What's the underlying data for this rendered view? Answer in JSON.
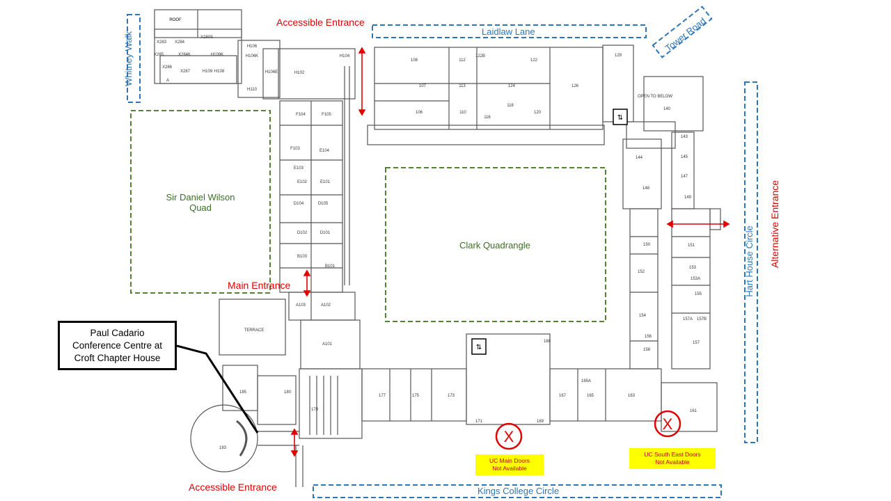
{
  "streets": {
    "laidlaw_lane": "Laidlaw Lane",
    "tower_road": "Tower Road",
    "whitney_walk": "Whitney Walk",
    "hart_house_circle": "Hart House Circle",
    "kings_college_circle": "Kings College Circle"
  },
  "entrances": {
    "accessible_top": "Accessible Entrance",
    "accessible_bottom": "Accessible Entrance",
    "main": "Main Entrance",
    "alternative": "Alternative Entrance"
  },
  "quads": {
    "wilson": "Sir Daniel Wilson Quad",
    "clark": "Clark Quadrangle"
  },
  "callout": {
    "line1": "Paul Cadario",
    "line2": "Conference Centre at",
    "line3": "Croft Chapter House"
  },
  "closed_doors": {
    "main_line1": "UC Main Doors",
    "main_line2": "Not Available",
    "southeast_line1": "UC South East Doors",
    "southeast_line2": "Not Available",
    "marker": "X"
  },
  "rooms": [
    "ROOF",
    "ROOF",
    "X283",
    "X284",
    "X280S",
    "X285",
    "X284K",
    "X286",
    "X287",
    "A",
    "H109",
    "H108",
    "H109K",
    "H106",
    "H106K",
    "H106E",
    "H104",
    "H102",
    "H110",
    "108",
    "112",
    "122B",
    "122",
    "107",
    "113",
    "124",
    "126",
    "106",
    "110",
    "116",
    "118",
    "120",
    "129",
    "OPEN TO BELOW",
    "140",
    "143",
    "145",
    "147",
    "149",
    "144",
    "148",
    "F104",
    "F105",
    "F103",
    "E104",
    "E103",
    "E102",
    "E101",
    "D104",
    "D105",
    "D102",
    "D101",
    "B103",
    "B101",
    "A103",
    "A102",
    "A101",
    "TERRACE",
    "185",
    "180",
    "179",
    "183",
    "177",
    "175",
    "173",
    "171",
    "169",
    "167",
    "165",
    "165A",
    "163",
    "161",
    "168",
    "150",
    "151",
    "152",
    "153",
    "153A",
    "155",
    "154",
    "156",
    "157",
    "157A",
    "157B",
    "158"
  ],
  "colors": {
    "street": "#2e75b6",
    "entrance": "#e00000",
    "quad": "#3b6e22",
    "notice_bg": "#ffff00",
    "building_line": "#555555"
  }
}
